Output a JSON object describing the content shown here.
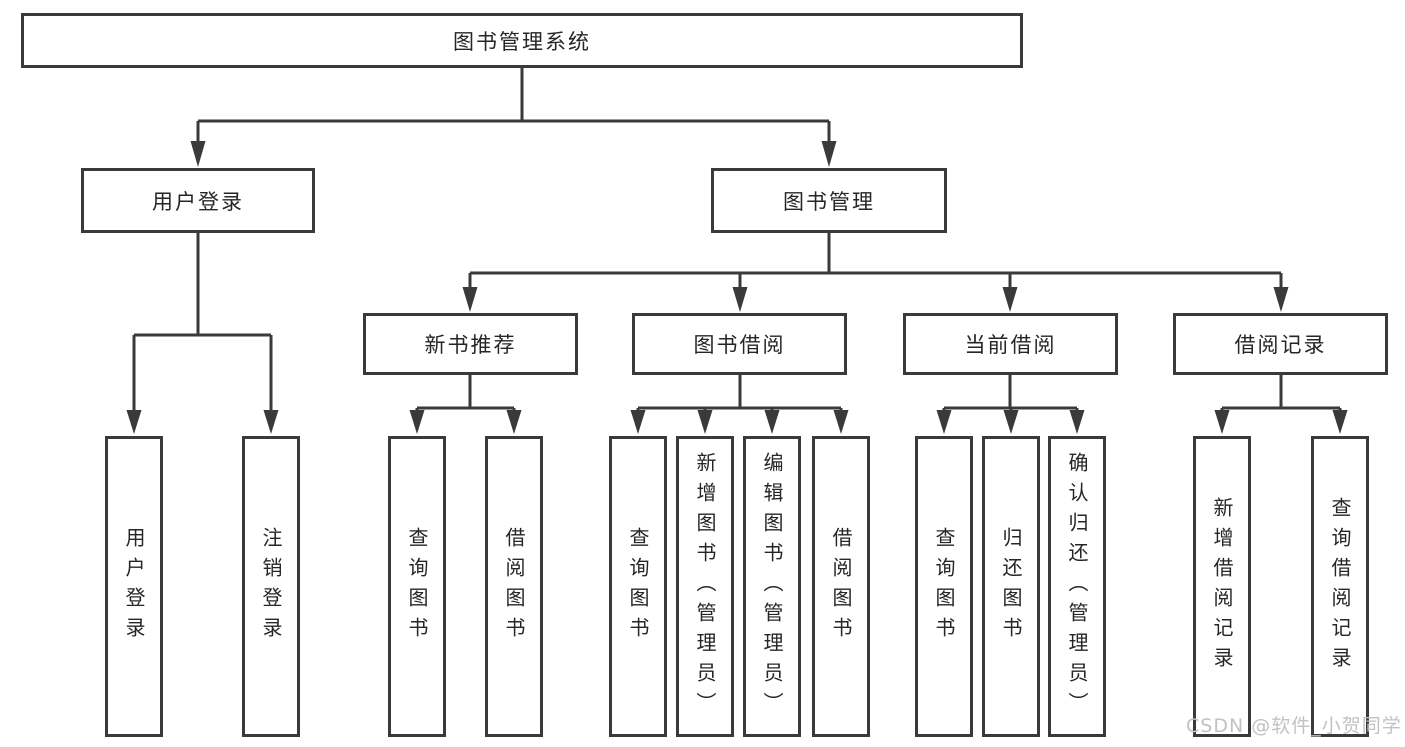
{
  "diagram": {
    "root": {
      "label": "图书管理系统"
    },
    "branches": [
      {
        "label": "用户登录",
        "children": [
          {
            "label": "用户登录"
          },
          {
            "label": "注销登录"
          }
        ]
      },
      {
        "label": "图书管理",
        "children": [
          {
            "label": "新书推荐",
            "children": [
              {
                "label": "查询图书"
              },
              {
                "label": "借阅图书"
              }
            ]
          },
          {
            "label": "图书借阅",
            "children": [
              {
                "label": "查询图书"
              },
              {
                "label": "新增图书（管理员）"
              },
              {
                "label": "编辑图书（管理员）"
              },
              {
                "label": "借阅图书"
              }
            ]
          },
          {
            "label": "当前借阅",
            "children": [
              {
                "label": "查询图书"
              },
              {
                "label": "归还图书"
              },
              {
                "label": "确认归还（管理员）"
              }
            ]
          },
          {
            "label": "借阅记录",
            "children": [
              {
                "label": "新增借阅记录"
              },
              {
                "label": "查询借阅记录"
              }
            ]
          }
        ]
      }
    ]
  },
  "watermark": {
    "text": "CSDN @软件_小贺同学"
  },
  "colors": {
    "line": "#3a3a3a",
    "box_border": "#3a3a3a",
    "text": "#262626",
    "background": "#ffffff",
    "watermark": "#c2c2c2"
  }
}
